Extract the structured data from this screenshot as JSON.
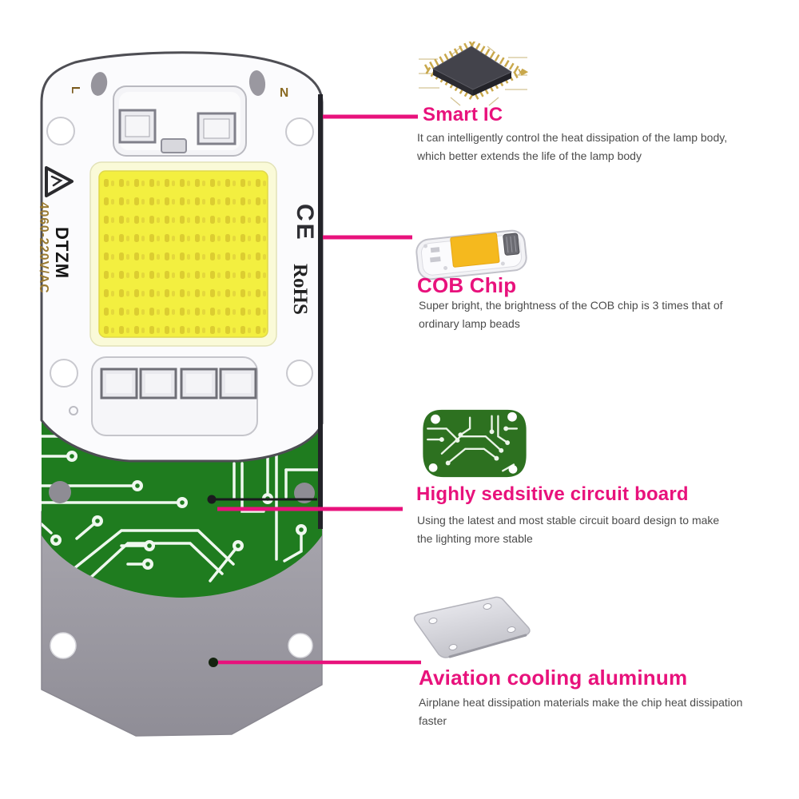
{
  "colors": {
    "accent_pink": "#E8127C",
    "body_text": "#4B4B4B",
    "pcb_green": "#1F7C1F",
    "led_yellow": "#F3EF40",
    "aluminum_gray": "#A09EA7"
  },
  "product_labels": {
    "terminal_live": "L",
    "terminal_neutral": "N",
    "brand": "DTZM",
    "spec": "4060-220V/AC",
    "ce_mark": "CE",
    "rohs_mark": "RoHS"
  },
  "callouts": [
    {
      "icon": "smart-ic-chip-icon",
      "title": "Smart IC",
      "description": "It can intelligently control the heat dissipation of the lamp body,\nwhich better extends the life of the lamp body"
    },
    {
      "icon": "cob-chip-icon",
      "title": "COB Chip",
      "description": "Super bright, the brightness of the COB chip is 3 times that of\nordinary lamp beads"
    },
    {
      "icon": "circuit-board-icon",
      "title": "Highly sedsitive circuit board",
      "description": "Using the latest and most stable circuit board design to make\nthe lighting more stable"
    },
    {
      "icon": "aluminum-plate-icon",
      "title": "Aviation cooling aluminum",
      "description": "Airplane heat dissipation materials make the chip heat dissipation\nfaster"
    }
  ]
}
